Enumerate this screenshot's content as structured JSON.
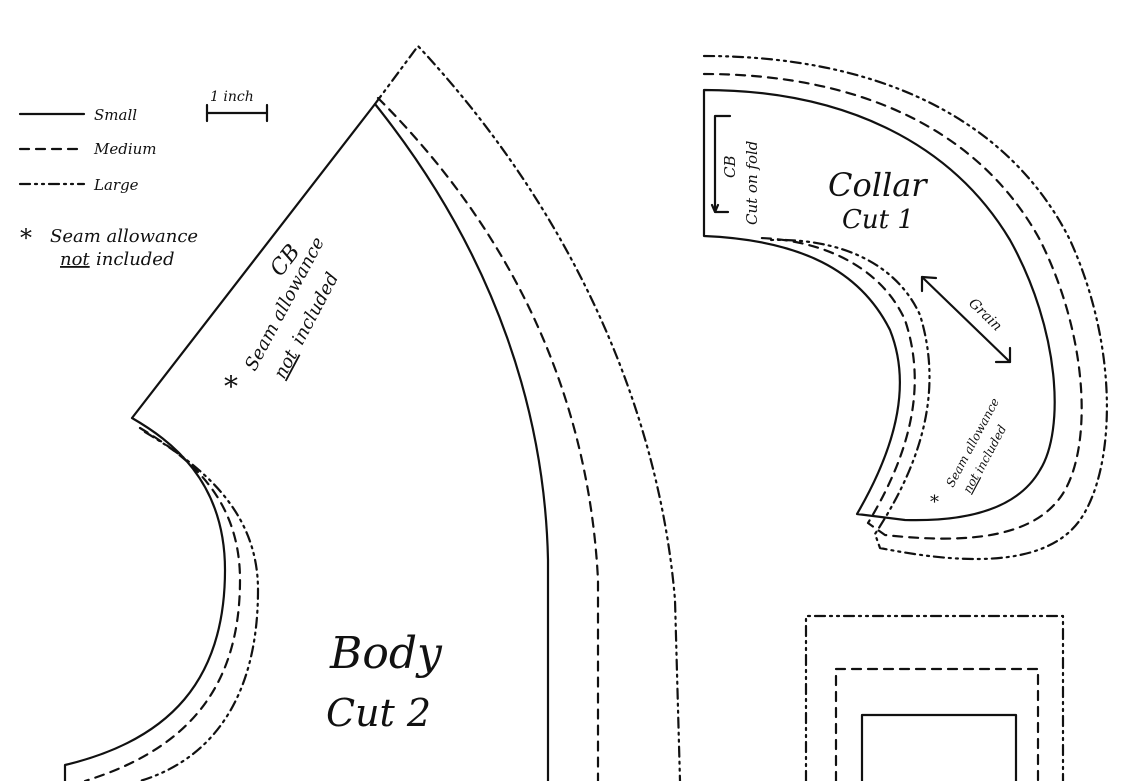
{
  "legend": {
    "small": "Small",
    "medium": "Medium",
    "large": "Large",
    "seam_star": "*",
    "seam_line1": "Seam allowance",
    "seam_line2_underlined": "not",
    "seam_line2_rest": "included"
  },
  "scale": {
    "label": "1 inch"
  },
  "body_piece": {
    "title": "Body",
    "cut": "Cut 2",
    "edge_label": "CB",
    "seam_star": "*",
    "seam_line1": "Seam allowance",
    "seam_line2_underlined": "not",
    "seam_line2_rest": "included"
  },
  "collar_piece": {
    "title": "Collar",
    "cut": "Cut 1",
    "fold_label": "CB",
    "fold_note": "Cut on fold",
    "grain_label": "Grain",
    "seam_star": "*",
    "seam_line1": "Seam allowance",
    "seam_line2_underlined": "not",
    "seam_line2_rest": "included"
  }
}
